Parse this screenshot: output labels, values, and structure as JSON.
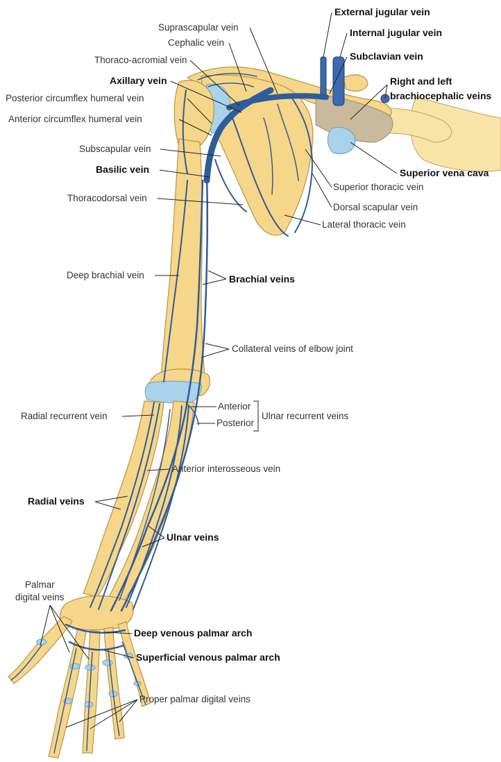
{
  "labels": {
    "external_jugular": "External jugular vein",
    "internal_jugular": "Internal jugular vein",
    "subclavian": "Subclavian vein",
    "brachiocephalic_1": "Right and left",
    "brachiocephalic_2": "brachiocephalic veins",
    "superior_vena_cava": "Superior vena cava",
    "suprascapular": "Suprascapular vein",
    "cephalic": "Cephalic vein",
    "thoraco_acromial": "Thoraco-acromial vein",
    "axillary": "Axillary vein",
    "posterior_circumflex": "Posterior circumflex humeral vein",
    "anterior_circumflex": "Anterior circumflex humeral vein",
    "subscapular": "Subscapular vein",
    "basilic": "Basilic vein",
    "thoracodorsal": "Thoracodorsal vein",
    "superior_thoracic": "Superior thoracic vein",
    "dorsal_scapular": "Dorsal scapular vein",
    "lateral_thoracic": "Lateral thoracic vein",
    "deep_brachial": "Deep brachial vein",
    "brachial_veins": "Brachial veins",
    "collateral_elbow": "Collateral veins of elbow joint",
    "radial_recurrent": "Radial recurrent vein",
    "anterior": "Anterior",
    "posterior": "Posterior",
    "ulnar_recurrent": "Ulnar recurrent veins",
    "anterior_interosseous": "Anterior interosseous vein",
    "radial_veins": "Radial veins",
    "ulnar_veins": "Ulnar veins",
    "palmar_digital_1": "Palmar",
    "palmar_digital_2": "digital veins",
    "deep_palmar_arch": "Deep venous palmar arch",
    "superficial_palmar_arch": "Superficial venous palmar arch",
    "proper_palmar_digital": "Proper palmar digital veins"
  },
  "colors": {
    "bone": "#f6d689",
    "cartilage": "#a9d3ea",
    "vein": "#2f5c9a",
    "label_text": "#333333",
    "bold_label_text": "#111111"
  }
}
